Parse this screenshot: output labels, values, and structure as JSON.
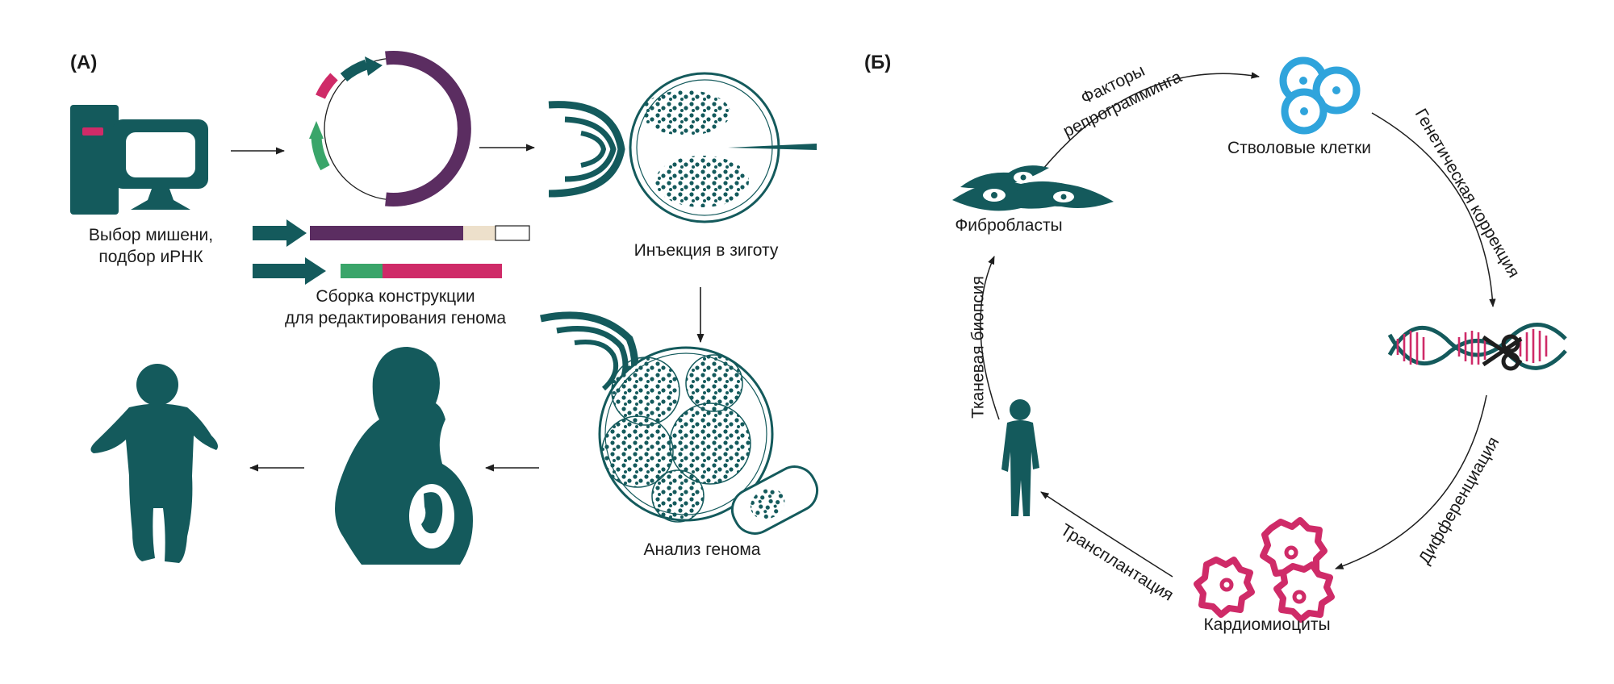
{
  "colors": {
    "teal": "#145a5c",
    "purple": "#5b2d61",
    "magenta": "#cf2b68",
    "green": "#3aa56a",
    "beige": "#ede0cb",
    "blue": "#2fa4dc",
    "arrow": "#1e1e1e"
  },
  "panel_a": {
    "label": "(А)",
    "steps": {
      "target": "Выбор мишени,\nподбор иРНК",
      "construct": "Сборка конструкции\nдля редактирования генома",
      "injection": "Инъекция в зиготу",
      "analysis": "Анализ генома"
    },
    "icons": [
      "computer-icon",
      "plasmid-icon",
      "zygote-icon",
      "embryo-icon",
      "pregnant-woman-icon",
      "child-icon"
    ]
  },
  "panel_b": {
    "label": "(Б)",
    "nodes": {
      "stem_cells": "Стволовые клетки",
      "fibroblasts": "Фибробласты",
      "cardiomyocytes": "Кардиомиоциты"
    },
    "transitions": {
      "reprogramming": "Факторы\nрепрограмминга",
      "correction": "Генетическая коррекция",
      "differentiation": "Дифференциация",
      "transplantation": "Трансплантация",
      "biopsy": "Тканевая биопсия"
    },
    "icons": [
      "stem-cells-icon",
      "dna-scissors-icon",
      "cardiomyocytes-icon",
      "person-icon",
      "fibroblasts-icon"
    ]
  }
}
